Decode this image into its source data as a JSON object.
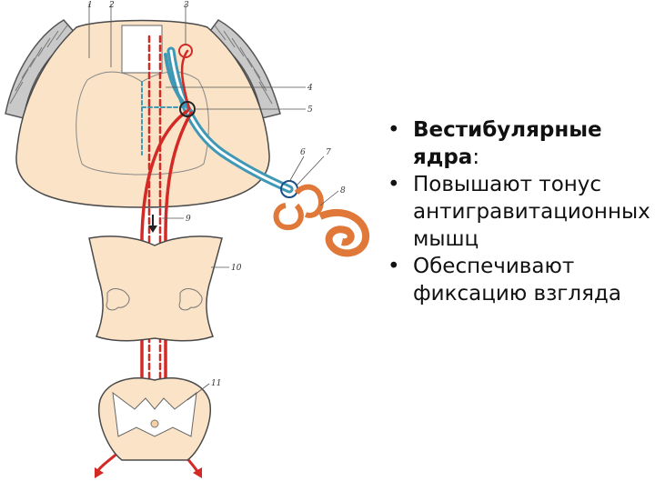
{
  "labels": [
    "1",
    "2",
    "3",
    "4",
    "5",
    "6",
    "7",
    "8",
    "9",
    "10",
    "11"
  ],
  "bullets": [
    {
      "bold": "Вестибулярные ядра",
      "rest": ":"
    },
    {
      "bold": "",
      "rest": "Повышают тонус антигравитационных мышц"
    },
    {
      "bold": "",
      "rest": "Обеспечивают фиксацию взгляда"
    }
  ],
  "colors": {
    "tissue": "#fbe3c8",
    "tract": "#d42a25",
    "nerve": "#3f98b5",
    "cochlea": "#e0783a",
    "outline": "#4a4a4a"
  }
}
